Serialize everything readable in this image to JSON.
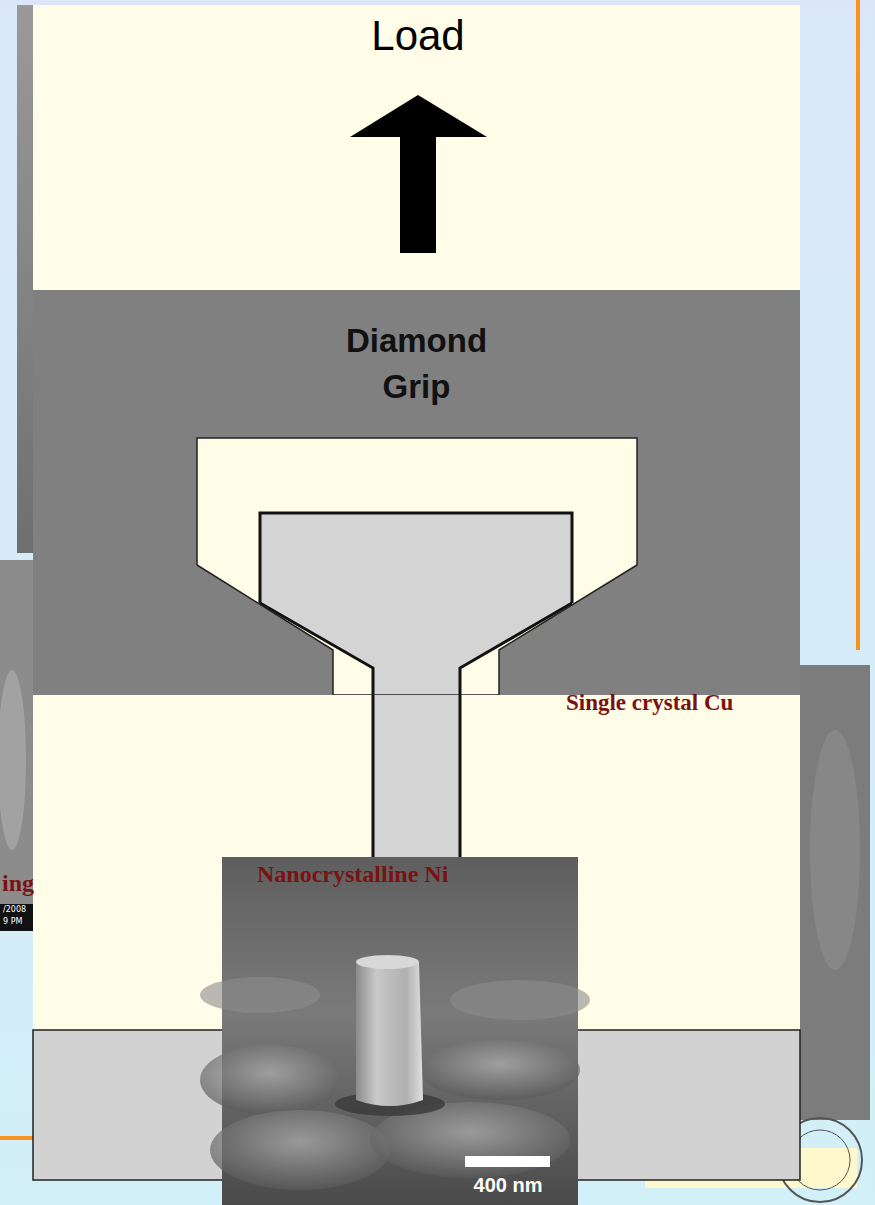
{
  "diagram": {
    "nodes": [
      {
        "text": [
          "Diamond Grip"
        ]
      }
    ],
    "labels": [
      "Load",
      "Single crystal Cu",
      "Nanocrystalline Ni",
      "400 nm",
      "ing",
      "/2008",
      "9 PM"
    ]
  }
}
